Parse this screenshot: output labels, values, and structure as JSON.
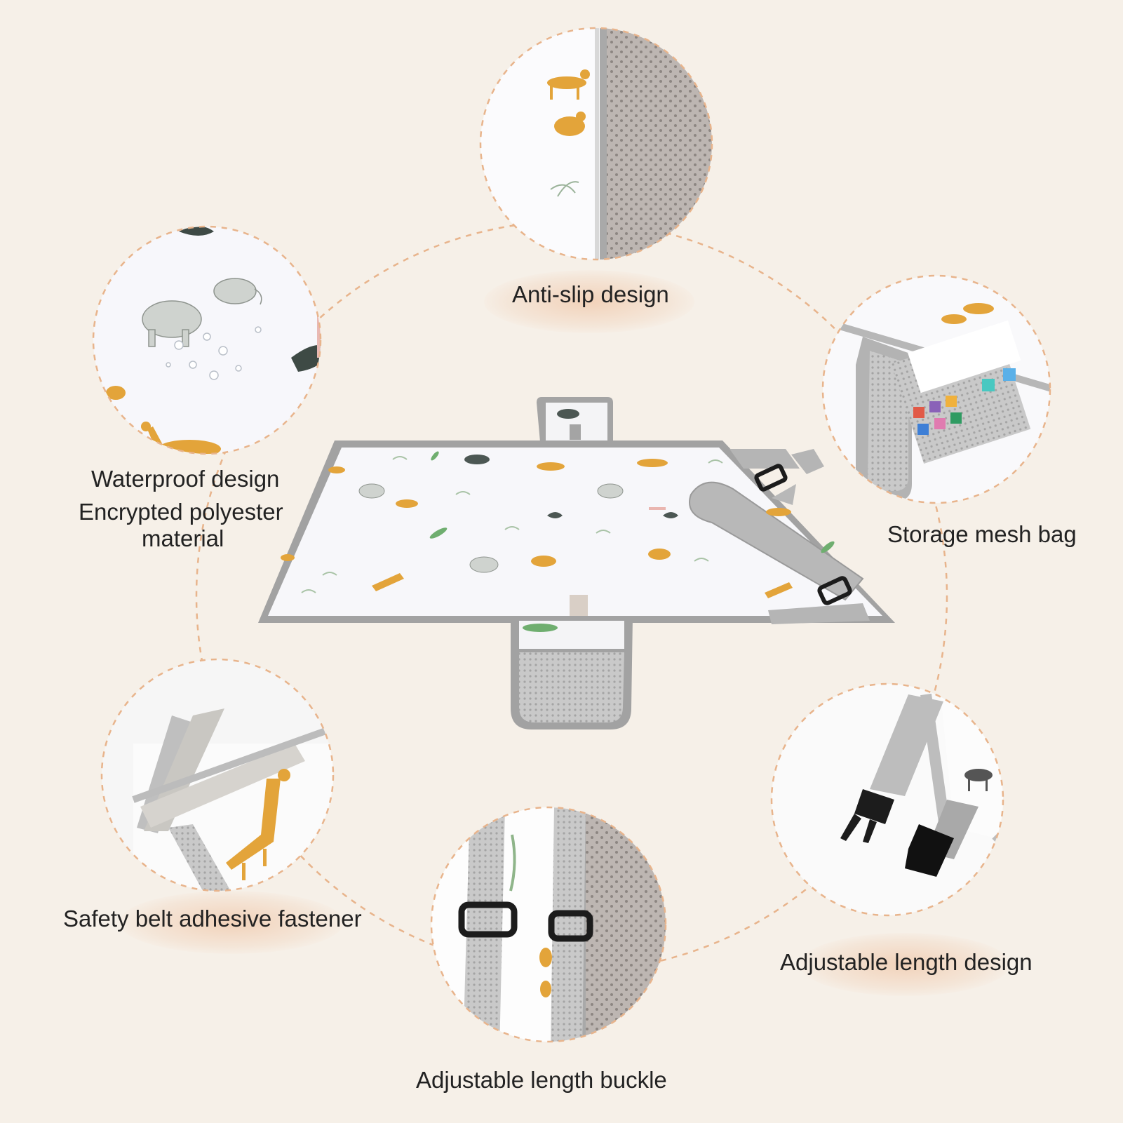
{
  "colors": {
    "background": "#f6f0e8",
    "dashed_ring": "#e8b48c",
    "mat_white": "#f8f8fb",
    "mat_border": "#9c9c9c",
    "strap_gray": "#b7b7b7",
    "dot_gray": "#a9a3a0",
    "giraffe": "#e3a43a",
    "buckle": "#1c1c1c"
  },
  "features": {
    "anti_slip": "Anti-slip design",
    "storage": "Storage mesh bag",
    "waterproof": "Waterproof design",
    "material_line1": "Encrypted polyester",
    "material_line2": "material",
    "safety": "Safety belt adhesive fastener",
    "length_design": "Adjustable length design",
    "length_buckle": "Adjustable length buckle"
  }
}
